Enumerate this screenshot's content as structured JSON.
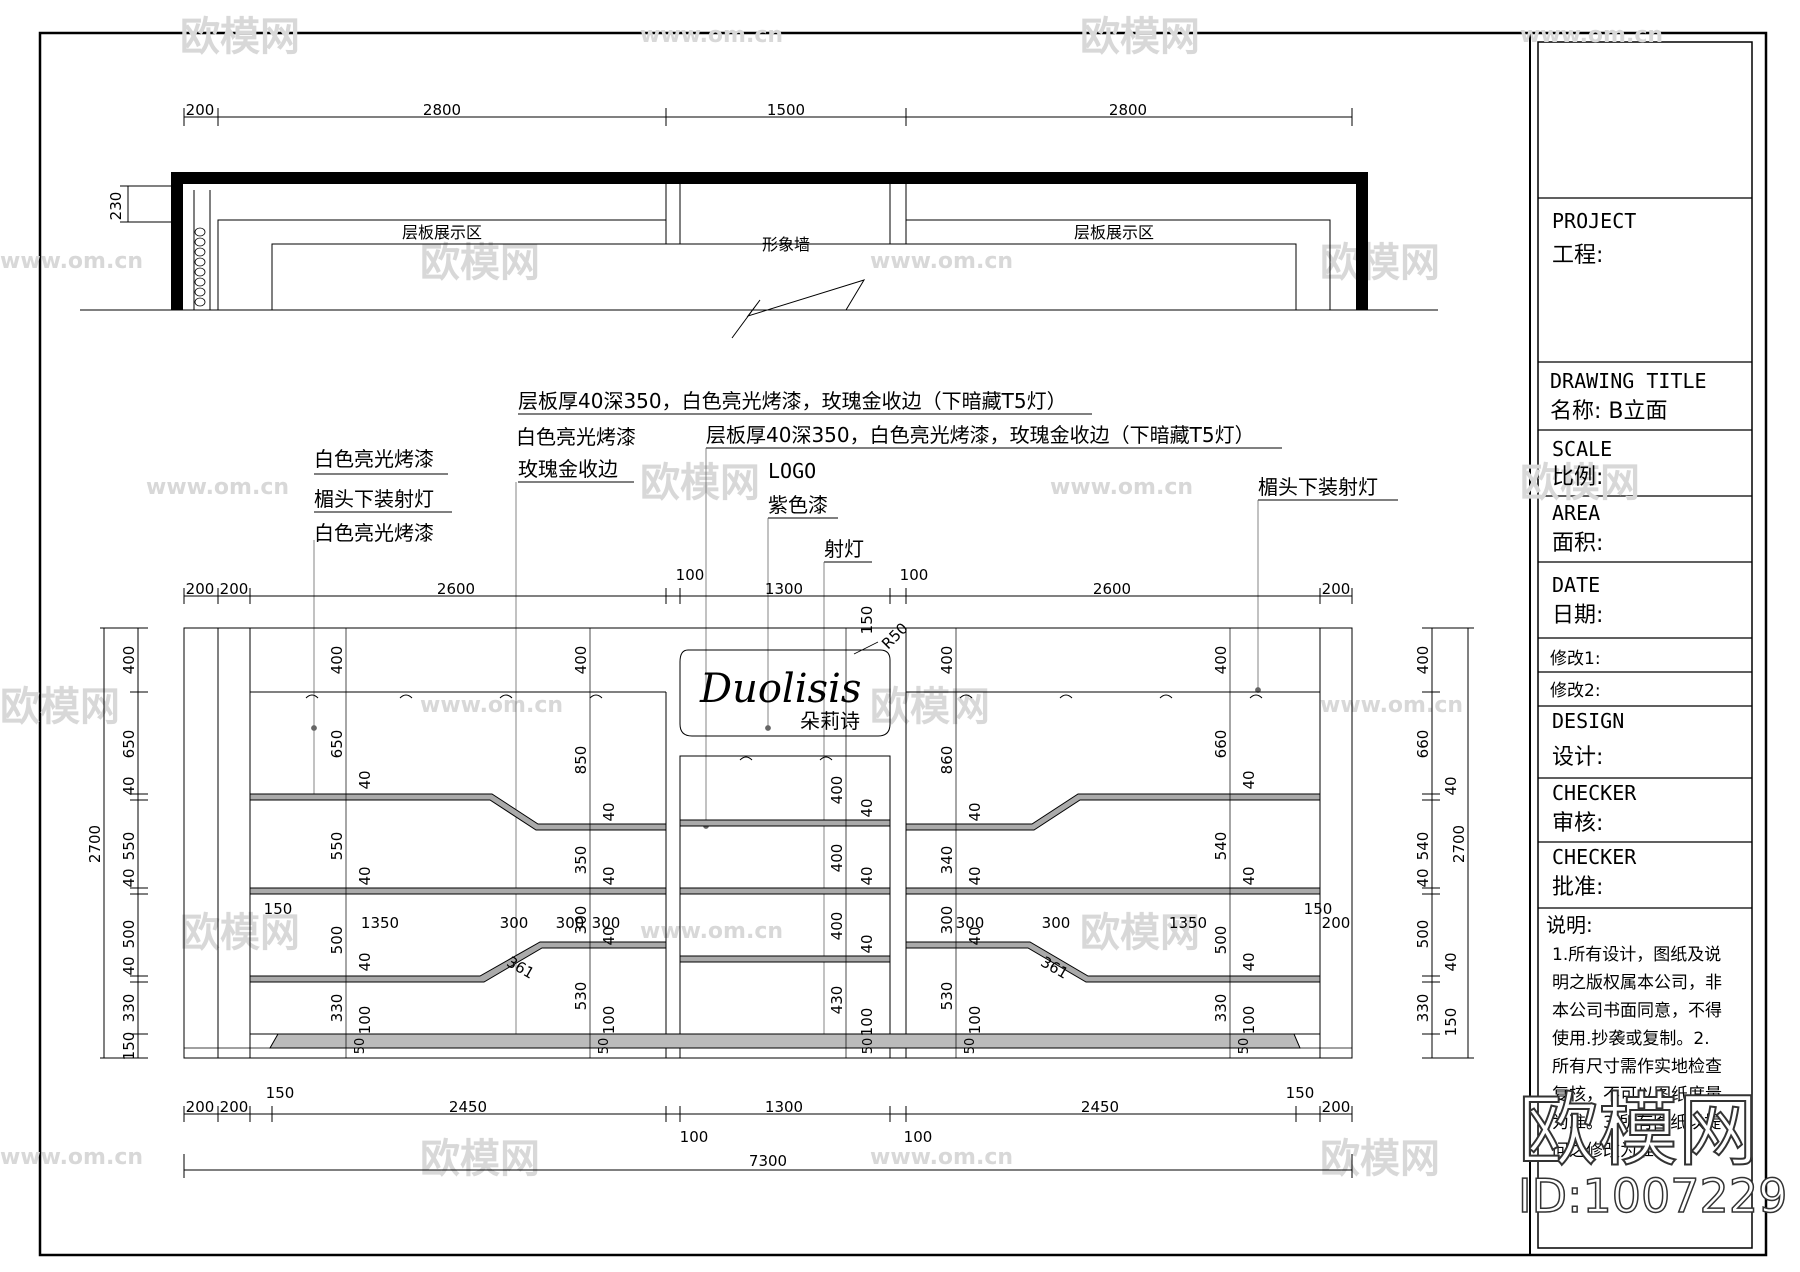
{
  "plan": {
    "dims": [
      "200",
      "2800",
      "1500",
      "2800"
    ],
    "side_dim": "230",
    "zone_left": "层板展示区",
    "zone_mid": "形象墙",
    "zone_right": "层板展示区"
  },
  "callouts": {
    "shelf_note_1": "层板厚40深350，白色亮光烤漆，玫瑰金收边（下暗藏T5灯）",
    "shelf_note_2": "层板厚40深350，白色亮光烤漆，玫瑰金收边（下暗藏T5灯）",
    "white_paint_1": "白色亮光烤漆",
    "lintel_light_left": "楣头下装射灯",
    "white_paint_2": "白色亮光烤漆",
    "white_paint_3": "白色亮光烤漆",
    "rose_gold_edge": "玫瑰金收边",
    "logo": "LOGO",
    "purple_paint": "紫色漆",
    "spotlight": "射灯",
    "lintel_light_right": "楣头下装射灯"
  },
  "elevation": {
    "top_dims": [
      "200",
      "200",
      "2600",
      "100",
      "1300",
      "100",
      "2600",
      "200"
    ],
    "bottom_dims": [
      "200",
      "200",
      "150",
      "2450",
      "100",
      "1300",
      "100",
      "2450",
      "150",
      "200"
    ],
    "total": "7300",
    "left_heights": [
      "400",
      "650",
      "40",
      "550",
      "40",
      "500",
      "40",
      "330",
      "150"
    ],
    "left_total": "2700",
    "right_heights": [
      "400",
      "660",
      "40",
      "540",
      "40",
      "500",
      "40",
      "330",
      "150"
    ],
    "right_total": "2700",
    "inner": {
      "c1": [
        "400",
        "650",
        "40",
        "550",
        "40",
        "500",
        "40",
        "330",
        "100",
        "50"
      ],
      "c2": [
        "400",
        "850",
        "40",
        "350",
        "40",
        "300",
        "40",
        "530",
        "100",
        "50"
      ],
      "c3": [
        "150",
        "400",
        "40",
        "400",
        "40",
        "400",
        "40",
        "430",
        "100",
        "50"
      ],
      "c4": [
        "400",
        "860",
        "40",
        "340",
        "40",
        "300",
        "40",
        "530",
        "100",
        "50"
      ],
      "c5": [
        "400",
        "660",
        "40",
        "540",
        "40",
        "500",
        "40",
        "330",
        "100",
        "50"
      ]
    },
    "mid_row": {
      "l1": "150",
      "l2": "1350",
      "l3": "300",
      "l4": "300",
      "l5": "300",
      "r1": "300",
      "r2": "300",
      "r3": "1350",
      "r4": "150",
      "r5": "200"
    },
    "slope_left": "361",
    "slope_right": "361",
    "radius": "R50",
    "logo_main": "Duolisis",
    "logo_sub": "朵莉诗"
  },
  "title_block": {
    "project_label": "PROJECT",
    "project_cn": "工程:",
    "drawing_title_label": "DRAWING TITLE",
    "drawing_title_value": "名称: B立面",
    "scale_label": "SCALE",
    "scale_cn": "比例:",
    "area_label": "AREA",
    "area_cn": "面积:",
    "date_label": "DATE",
    "date_cn": "日期:",
    "rev1": "修改1:",
    "rev2": "修改2:",
    "design_label": "DESIGN",
    "design_cn": "设计:",
    "checker_label": "CHECKER",
    "checker_cn": "审核:",
    "checker2_label": "CHECKER",
    "checker2_cn": "批准:",
    "notes_title": "说明:",
    "notes": [
      "1.所有设计，图纸及说",
      "明之版权属本公司，非",
      "本公司书面同意，不得",
      "使用.抄袭或复制。2.",
      "所有尺寸需作实地检查",
      "复核，不可以图纸度量",
      "为准。3.所有图纸以提",
      "问之修改为准。"
    ]
  },
  "watermark": {
    "brand": "欧模网",
    "url": "www.om.cn",
    "id": "ID:1007229"
  }
}
